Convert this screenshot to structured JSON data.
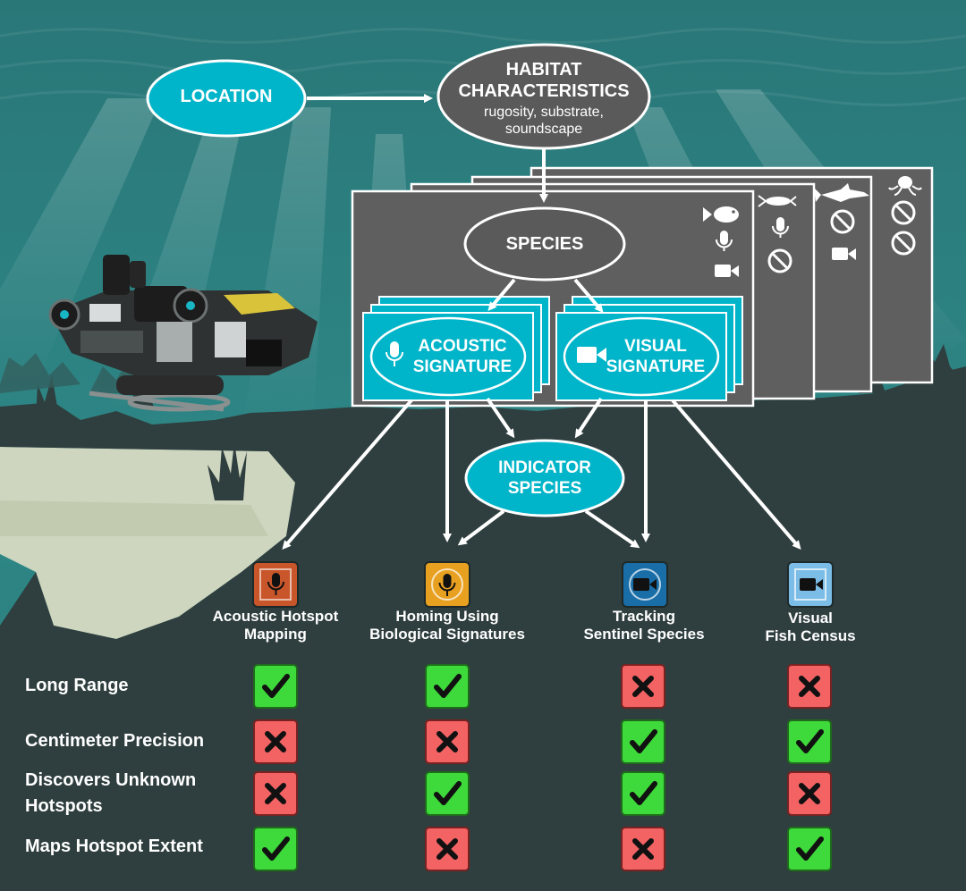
{
  "nodes": {
    "location": "LOCATION",
    "habitat_title_1": "HABITAT",
    "habitat_title_2": "CHARACTERISTICS",
    "habitat_sub_1": "rugosity, substrate,",
    "habitat_sub_2": "soundscape",
    "species": "SPECIES",
    "acoustic_1": "ACOUSTIC",
    "acoustic_2": "SIGNATURE",
    "visual_1": "VISUAL",
    "visual_2": "SIGNATURE",
    "indicator_1": "INDICATOR",
    "indicator_2": "SPECIES"
  },
  "species_cards": [
    {
      "animal": "fish-icon",
      "sensors": [
        "microphone-icon",
        "camera-icon"
      ]
    },
    {
      "animal": "lobster-icon",
      "sensors": [
        "microphone-icon",
        "prohibited-icon"
      ]
    },
    {
      "animal": "shark-icon",
      "sensors": [
        "prohibited-icon",
        "camera-icon"
      ]
    },
    {
      "animal": "octopus-icon",
      "sensors": [
        "prohibited-icon",
        "prohibited-icon"
      ]
    }
  ],
  "methods": [
    {
      "line1": "Acoustic Hotspot",
      "line2": "Mapping",
      "icon": "microphone-icon",
      "color": "#c8562a"
    },
    {
      "line1": "Homing Using",
      "line2": "Biological Signatures",
      "icon": "microphone-icon",
      "color": "#e8a020"
    },
    {
      "line1": "Tracking",
      "line2": "Sentinel Species",
      "icon": "camera-icon",
      "color": "#1a6ea8"
    },
    {
      "line1": "Visual",
      "line2": "Fish Census",
      "icon": "camera-icon",
      "color": "#7bbde6"
    }
  ],
  "criteria": [
    {
      "line1": "Long Range",
      "line2": "",
      "marks": [
        true,
        true,
        false,
        false
      ]
    },
    {
      "line1": "Centimeter Precision",
      "line2": "",
      "marks": [
        false,
        false,
        true,
        true
      ]
    },
    {
      "line1": "Discovers Unknown",
      "line2": "Hotspots",
      "marks": [
        false,
        true,
        true,
        false
      ]
    },
    {
      "line1": "Maps Hotspot Extent",
      "line2": "",
      "marks": [
        true,
        false,
        false,
        true
      ]
    }
  ],
  "colors": {
    "water_top": "#2d7b7d",
    "water_bottom": "#2f8786",
    "seafloor": "#2f3e3e",
    "node_cyan": "#00b5c9",
    "node_gray": "#5a5a5a",
    "card_gray": "#5f5f5f",
    "yes": "#3ed93a",
    "no": "#f36363"
  }
}
